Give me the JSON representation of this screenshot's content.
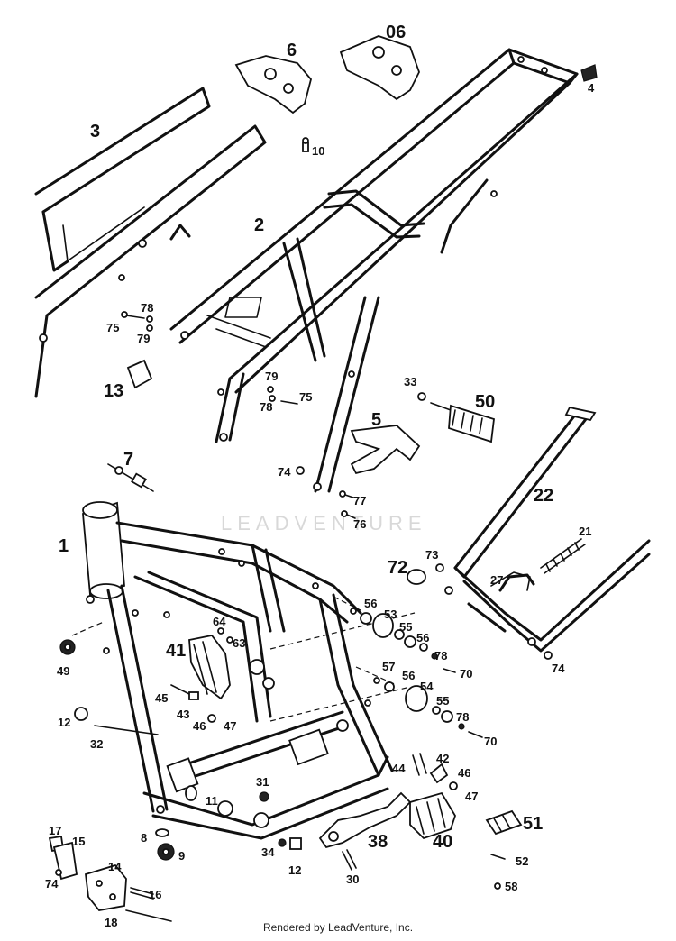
{
  "watermark": "LEADVENTURE",
  "footer": "Rendered by LeadVenture, Inc.",
  "callouts": [
    "06",
    "6",
    "4",
    "3",
    "10",
    "2",
    "78",
    "75",
    "79",
    "13",
    "79",
    "75",
    "78",
    "33",
    "50",
    "5",
    "7",
    "74",
    "77",
    "76",
    "22",
    "1",
    "73",
    "72",
    "21",
    "27",
    "56",
    "53",
    "64",
    "63",
    "55",
    "56",
    "78",
    "41",
    "70",
    "49",
    "57",
    "56",
    "54",
    "55",
    "45",
    "43",
    "46",
    "47",
    "12",
    "78",
    "70",
    "32",
    "42",
    "44",
    "46",
    "47",
    "31",
    "11",
    "51",
    "8",
    "9",
    "34",
    "12",
    "38",
    "40",
    "52",
    "17",
    "15",
    "14",
    "74",
    "16",
    "18",
    "30",
    "58",
    "74"
  ]
}
